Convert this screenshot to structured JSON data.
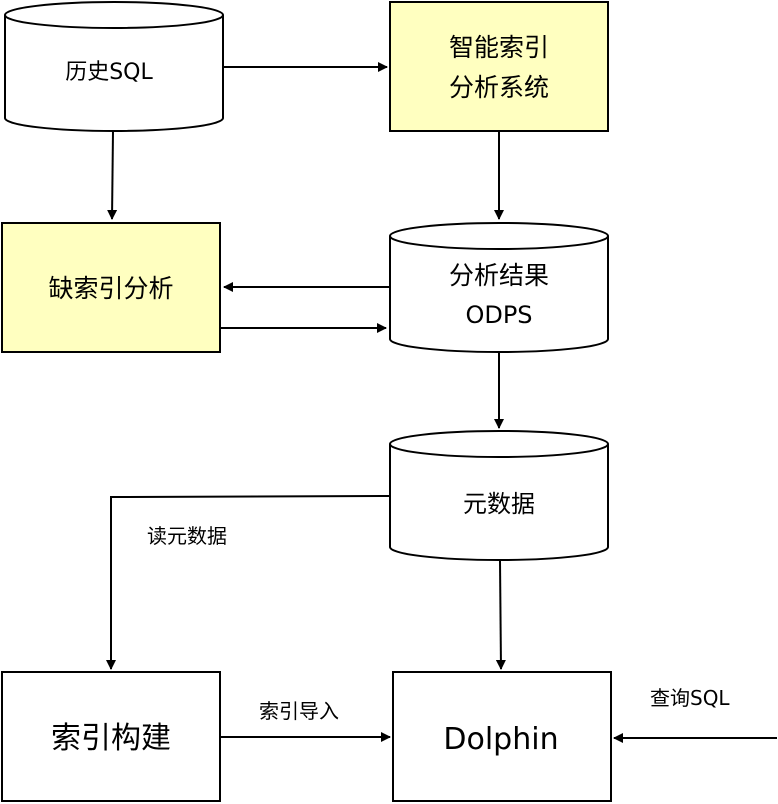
{
  "colors": {
    "highlight_fill": "#ffffc0",
    "plain_fill": "#ffffff",
    "stroke": "#000000"
  },
  "nodes": {
    "history_sql": {
      "label": "历史SQL",
      "shape": "cylinder"
    },
    "smart_index": {
      "line1": "智能索引",
      "line2": "分析系统",
      "shape": "process",
      "highlighted": true
    },
    "missing_index": {
      "label": "缺索引分析",
      "shape": "process",
      "highlighted": true
    },
    "analysis_result": {
      "line1": "分析结果",
      "line2": "ODPS",
      "shape": "cylinder"
    },
    "metadata": {
      "label": "元数据",
      "shape": "cylinder"
    },
    "index_build": {
      "label": "索引构建",
      "shape": "process"
    },
    "dolphin": {
      "label": "Dolphin",
      "shape": "process"
    }
  },
  "edge_labels": {
    "read_metadata": "读元数据",
    "index_import": "索引导入",
    "query_sql": "查询SQL"
  },
  "edges": [
    {
      "from": "history_sql",
      "to": "smart_index"
    },
    {
      "from": "history_sql",
      "to": "missing_index"
    },
    {
      "from": "smart_index",
      "to": "analysis_result"
    },
    {
      "from": "analysis_result",
      "to": "missing_index"
    },
    {
      "from": "missing_index",
      "to": "analysis_result"
    },
    {
      "from": "analysis_result",
      "to": "metadata"
    },
    {
      "from": "metadata",
      "to": "index_build",
      "label": "read_metadata"
    },
    {
      "from": "metadata",
      "to": "dolphin"
    },
    {
      "from": "index_build",
      "to": "dolphin",
      "label": "index_import"
    },
    {
      "from": "external",
      "to": "dolphin",
      "label": "query_sql"
    }
  ]
}
